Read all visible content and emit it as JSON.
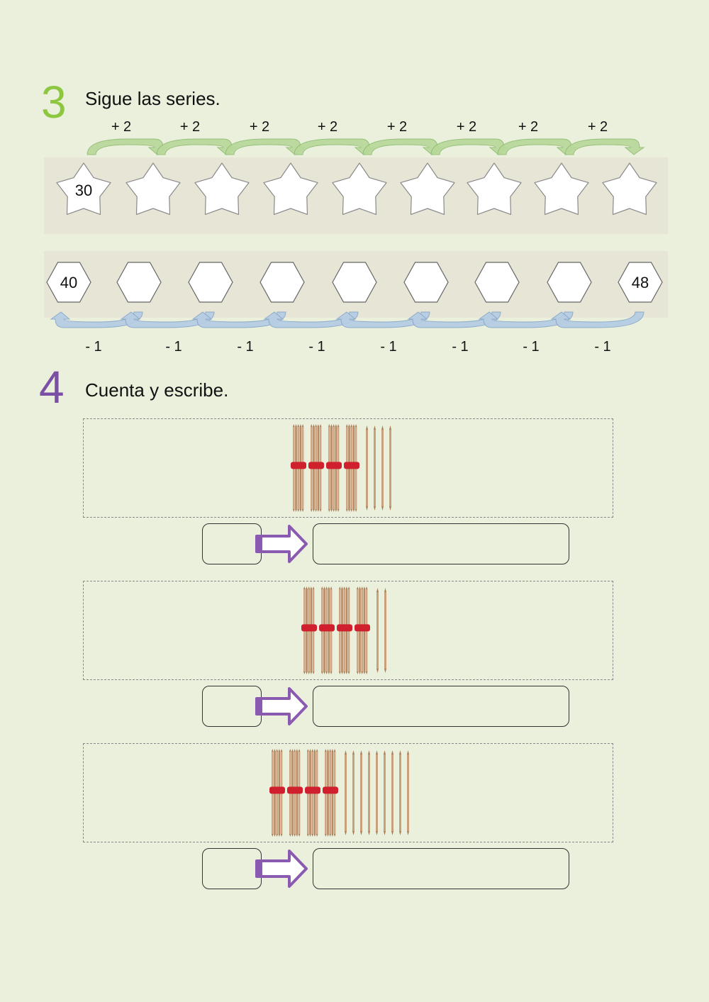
{
  "section3": {
    "number": "3",
    "number_color": "#8dc63f",
    "title": "Sigue las series.",
    "series1": {
      "operators": [
        "+ 2",
        "+ 2",
        "+ 2",
        "+ 2",
        "+ 2",
        "+ 2",
        "+ 2",
        "+ 2"
      ],
      "cells": [
        "30",
        "",
        "",
        "",
        "",
        "",
        "",
        "",
        ""
      ]
    },
    "series2": {
      "operators": [
        "- 1",
        "- 1",
        "- 1",
        "- 1",
        "- 1",
        "- 1",
        "- 1",
        "- 1"
      ],
      "cells": [
        "40",
        "",
        "",
        "",
        "",
        "",
        "",
        "",
        "48"
      ]
    }
  },
  "section4": {
    "number": "4",
    "number_color": "#7b4fa6",
    "title": "Cuenta y escribe.",
    "exercises": [
      {
        "bundles_of_ten": 4,
        "single_sticks": 4,
        "number_answer": "",
        "word_answer": ""
      },
      {
        "bundles_of_ten": 4,
        "single_sticks": 2,
        "number_answer": "",
        "word_answer": ""
      },
      {
        "bundles_of_ten": 4,
        "single_sticks": 9,
        "number_answer": "",
        "word_answer": ""
      }
    ]
  },
  "colors": {
    "background": "#eaf0dc",
    "band": "#e6e5d6",
    "green_arrow": "#a9cf8a",
    "blue_arrow": "#a8c4de",
    "purple_arrow": "#8a5ab0",
    "stick": "#c49a76",
    "band_tie": "#d0202e"
  },
  "icons": [
    "star-shape",
    "hexagon-shape",
    "curved-arrow-icon",
    "right-arrow-icon",
    "stick-bundle-icon"
  ]
}
